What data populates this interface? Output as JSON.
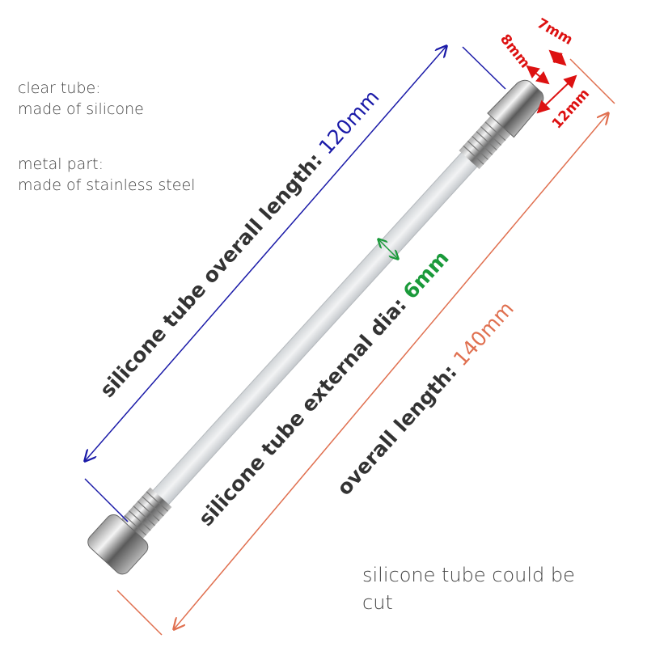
{
  "notes": {
    "clear_tube_title": "clear tube:",
    "clear_tube_desc": "made of silicone",
    "metal_title": "metal part:",
    "metal_desc": "made of stainless steel",
    "cut_note_line1": "silicone tube could be",
    "cut_note_line2": "cut"
  },
  "dimensions": {
    "tube_length_label": "silicone tube overall length: ",
    "tube_length_value": "120mm",
    "diameter_label": "silicone tube external dia: ",
    "diameter_value": "6mm",
    "overall_label": "overall length: ",
    "overall_value": "140mm",
    "tip_dia_8": "8mm",
    "tip_dia_7": "7mm",
    "tip_len_12": "12mm"
  },
  "colors": {
    "blue": "#1a1aa8",
    "orange": "#e07050",
    "green": "#1a9a3a",
    "red": "#dd1111"
  }
}
